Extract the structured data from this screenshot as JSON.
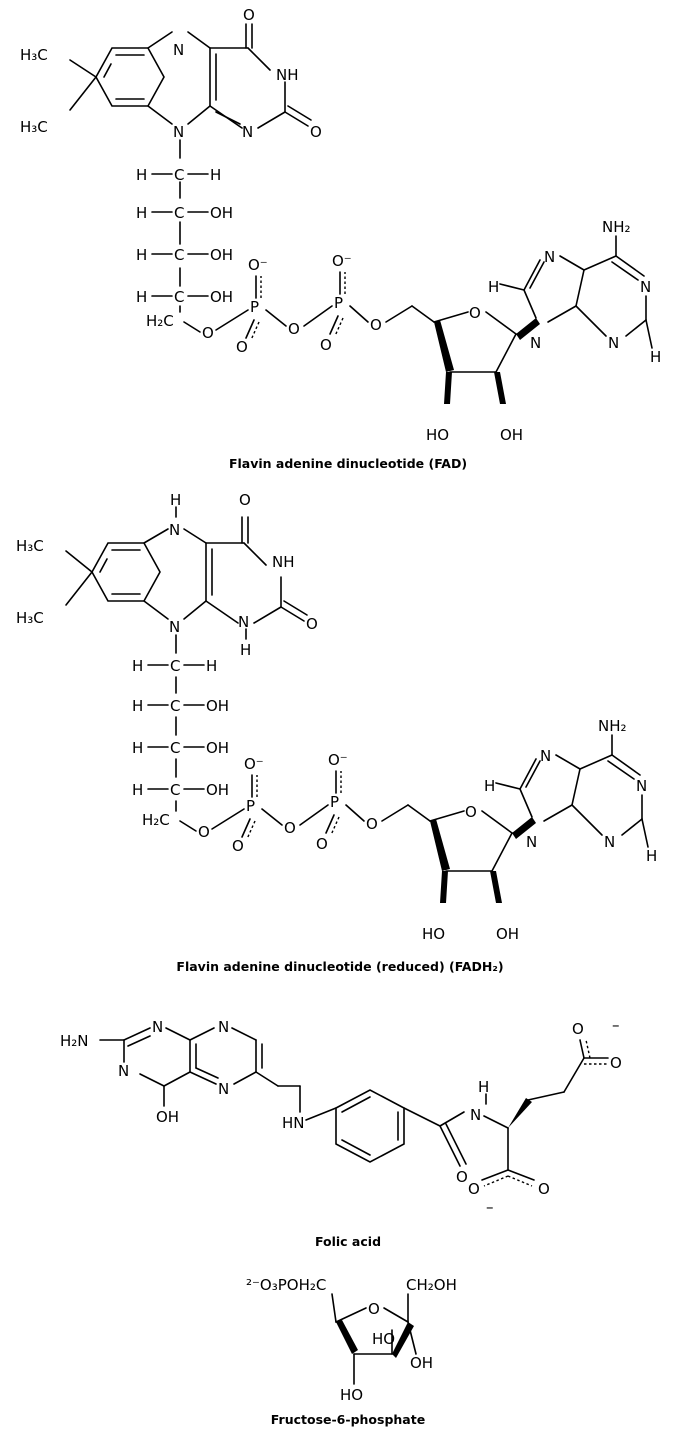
{
  "molecules": [
    {
      "caption": "Flavin adenine dinucleotide (FAD)"
    },
    {
      "caption": "Flavin adenine dinucleotide (reduced) (FADH₂)"
    },
    {
      "caption": "Folic acid"
    },
    {
      "caption": "Fructose-6-phosphate"
    }
  ],
  "atoms": {
    "H": "H",
    "C": "C",
    "N": "N",
    "O": "O",
    "P": "P",
    "OH": "OH",
    "HO": "HO",
    "NH": "NH",
    "HN": "HN",
    "H3C": "H₃C",
    "H2C": "H₂C",
    "NH2": "NH₂",
    "H2N": "H₂N",
    "Ominus": "O⁻",
    "minus": "–",
    "CH2OH": "CH₂OH",
    "phos": "²⁻O₃POH₂C"
  }
}
